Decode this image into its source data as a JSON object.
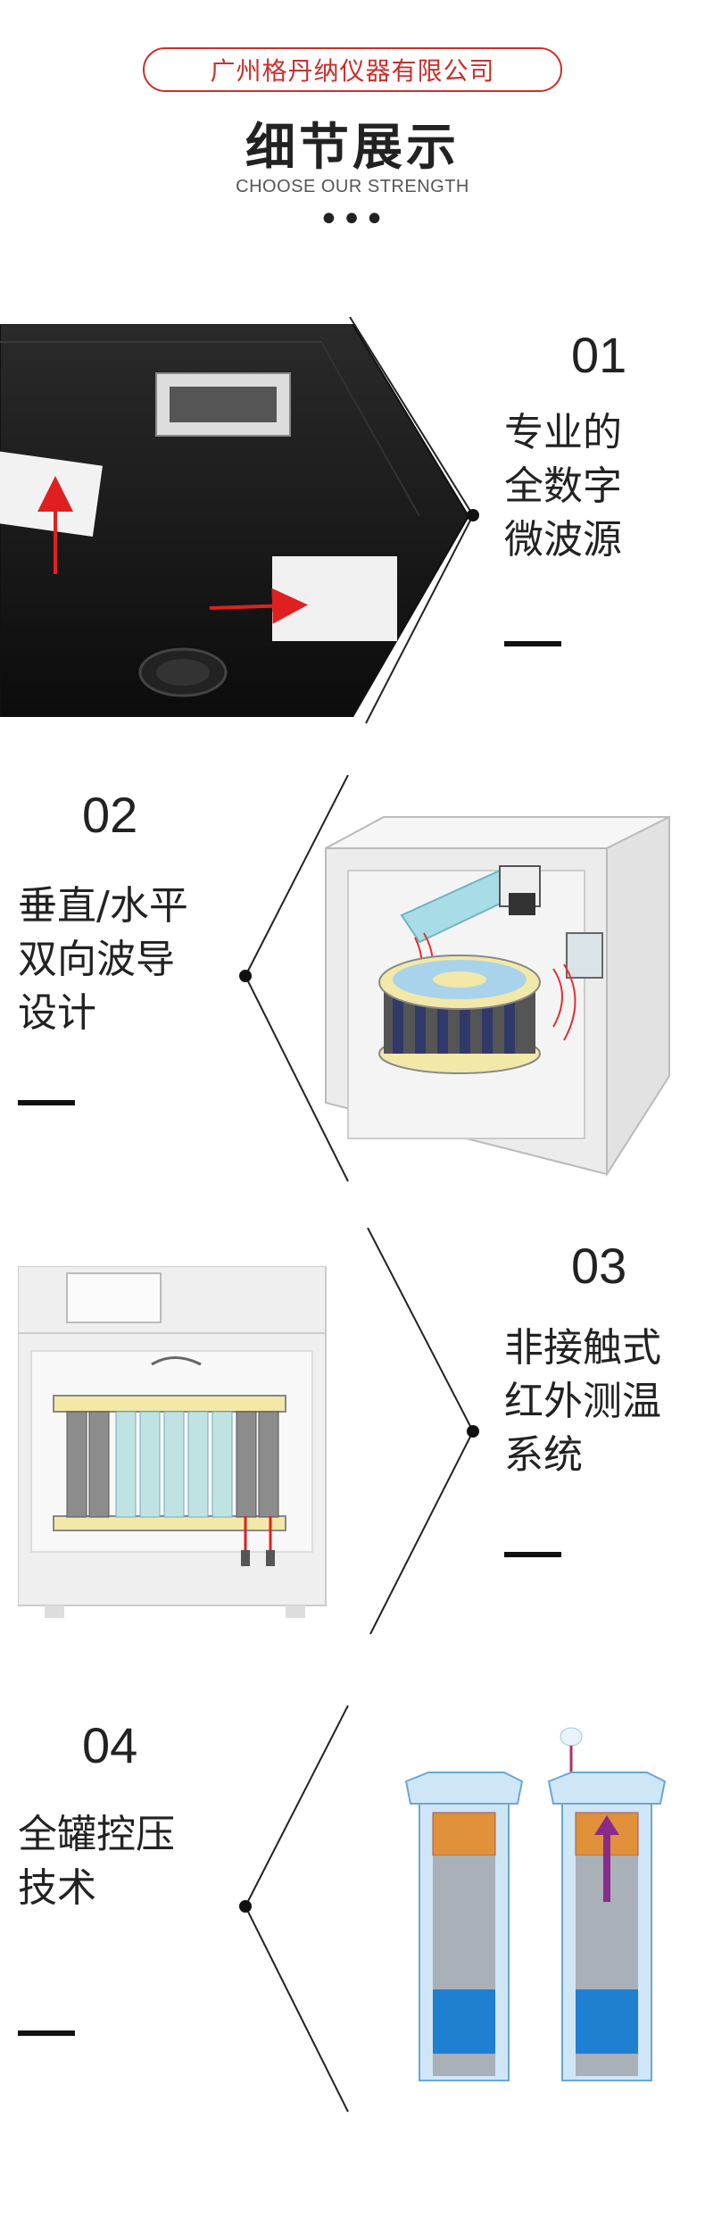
{
  "header": {
    "brand": "广州格丹纳仪器有限公司",
    "title": "细节展示",
    "subtitle": "CHOOSE OUR STRENGTH",
    "dots": "•••"
  },
  "features": [
    {
      "number": "01",
      "lines": [
        "专业的",
        "全数字",
        "微波源"
      ]
    },
    {
      "number": "02",
      "lines": [
        "垂直/水平",
        "双向波导",
        "设计"
      ]
    },
    {
      "number": "03",
      "lines": [
        "非接触式",
        "红外测温",
        "系统"
      ]
    },
    {
      "number": "04",
      "lines": [
        "全罐控压",
        "技术"
      ]
    }
  ],
  "colors": {
    "brand_red": "#c9302c",
    "text": "#222222",
    "arrow_red": "#e02020",
    "cabinet_grey": "#e6e6e6",
    "rotor_yellow": "#f2e8a8",
    "pressure_purple": "#8a2a8a",
    "liquid_blue": "#1f7fd0"
  }
}
